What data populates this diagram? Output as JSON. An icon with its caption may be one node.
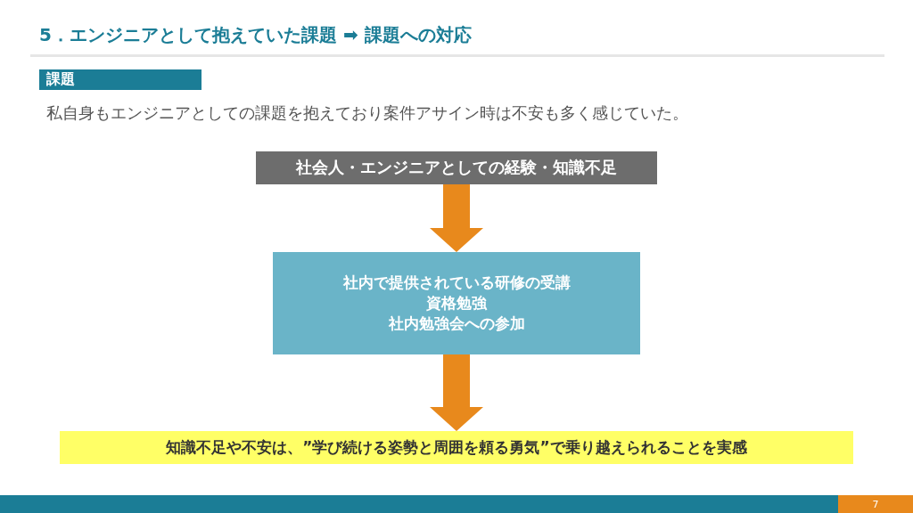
{
  "diagram": {
    "title": "5．エンジニアとして抱えていた課題 ➡ 課題への対応",
    "nodes": [
      {
        "text": [
          "社会人・エンジニアとしての経験・知識不足"
        ]
      },
      {
        "text": [
          "社内で提供されている研修の受講",
          "資格勉強",
          "社内勉強会への参加"
        ]
      },
      {
        "text": [
          "知識不足や不安は、”学び続ける姿勢と周囲を頼る勇気”で乗り越えられることを実感"
        ]
      }
    ],
    "edges": [
      {
        "from": 0,
        "to": 1,
        "arrow": "to",
        "style": "thick",
        "color": "#e8891c"
      },
      {
        "from": 1,
        "to": 2,
        "arrow": "to",
        "style": "thick",
        "color": "#e8891c"
      }
    ],
    "labels": [
      "課題",
      "私自身もエンジニアとしての課題を抱えており案件アサイン時は不安も多く感じていた。",
      "7"
    ]
  }
}
